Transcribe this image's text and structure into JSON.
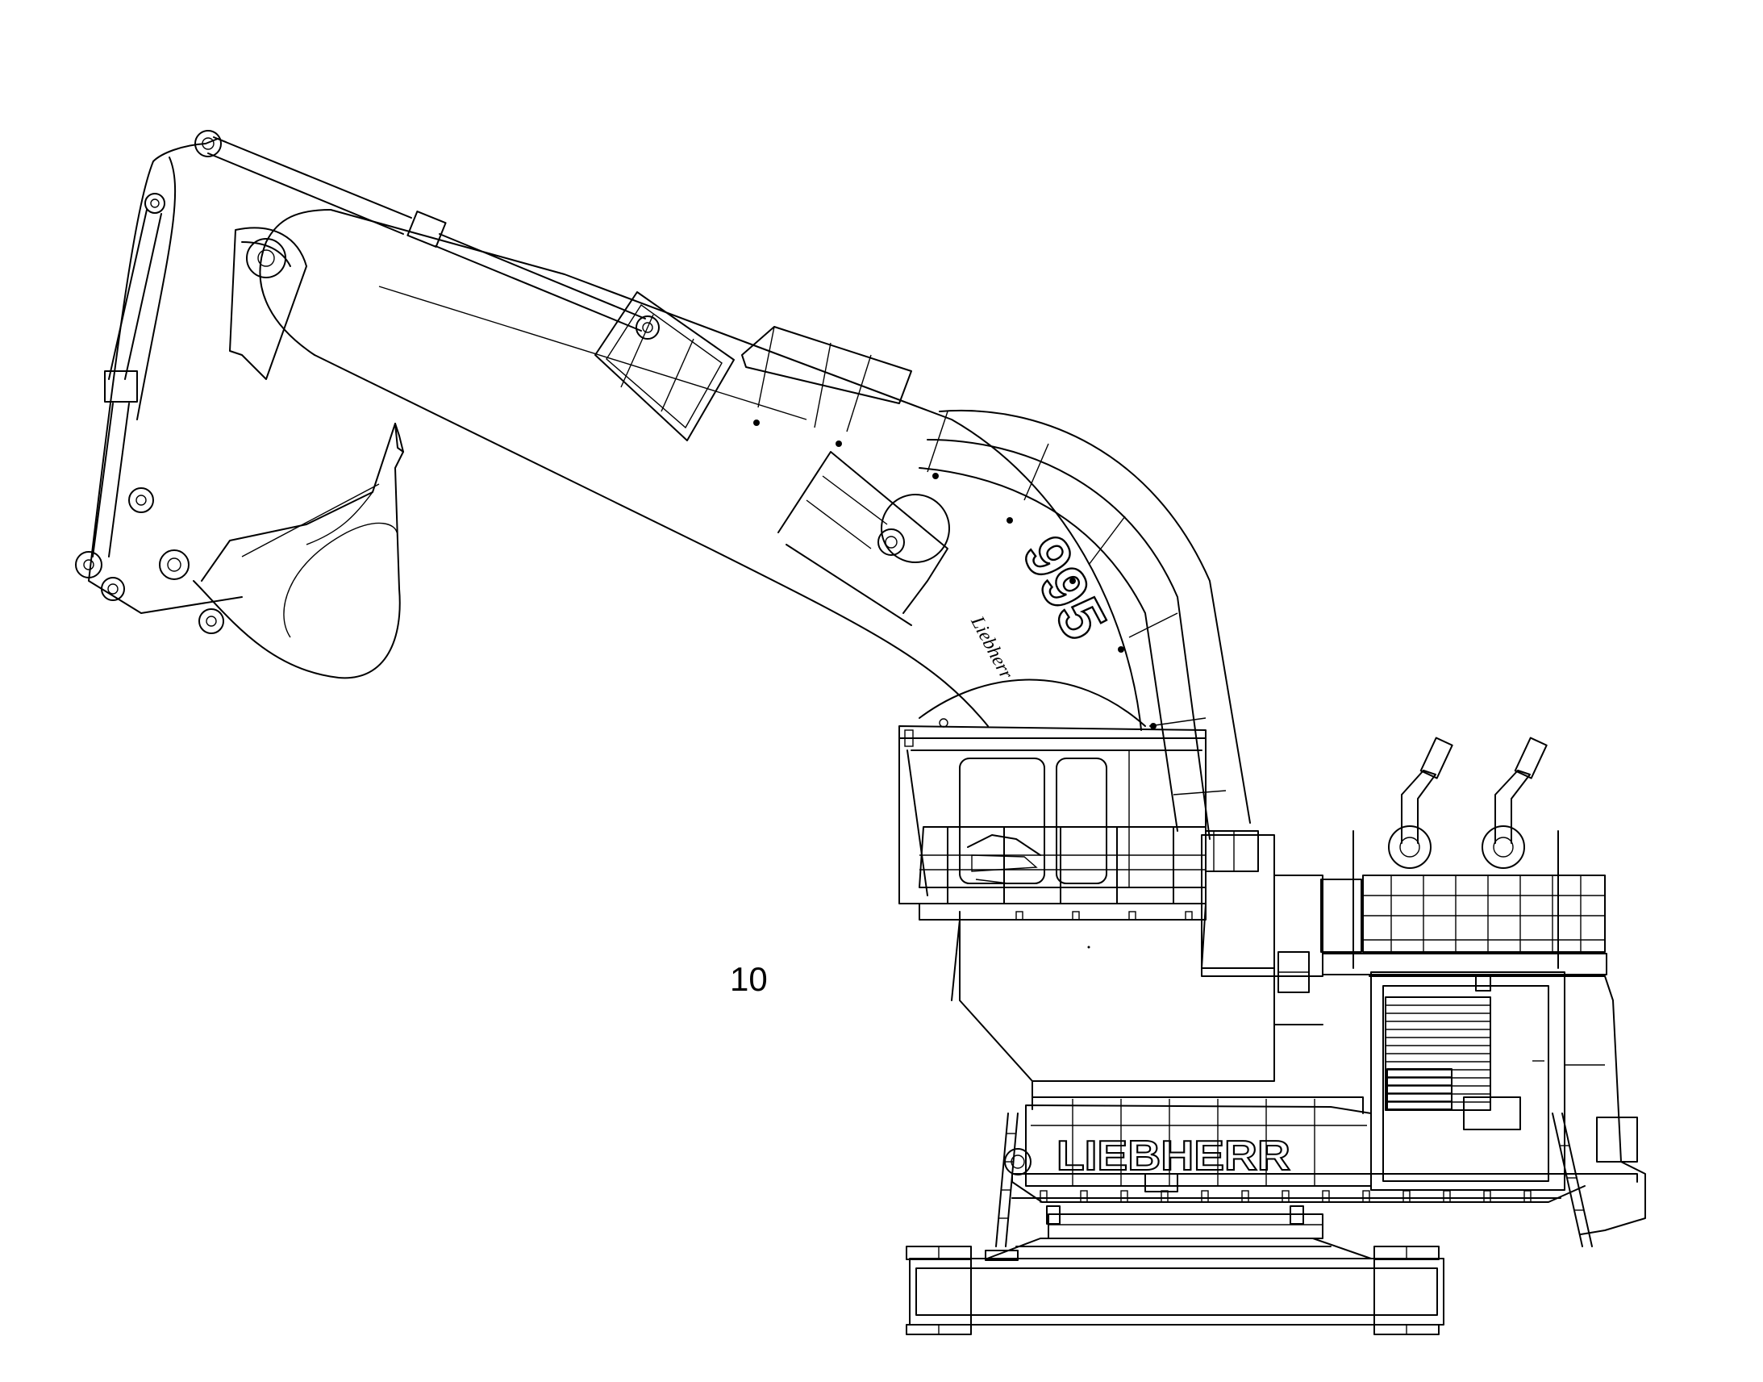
{
  "figure": {
    "label": "10",
    "model_number": "995",
    "brand_counterweight": "LIEBHERR",
    "brand_boom": "Liebherr"
  }
}
